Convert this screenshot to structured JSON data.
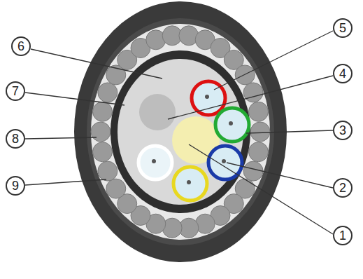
{
  "diagram": {
    "labels": [
      "6",
      "5",
      "7",
      "4",
      "8",
      "3",
      "9",
      "2",
      "1"
    ]
  }
}
